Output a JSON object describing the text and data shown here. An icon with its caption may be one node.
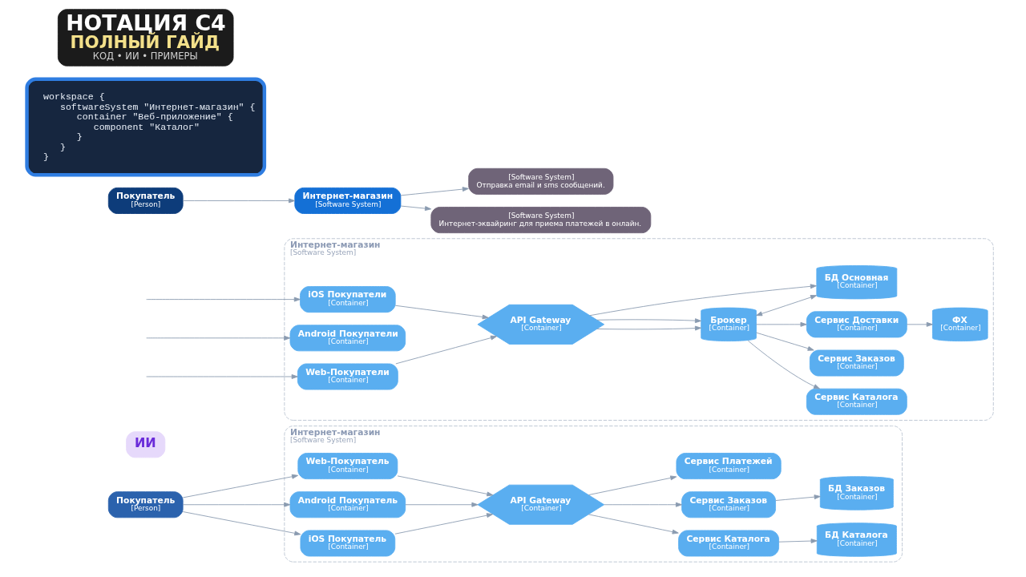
{
  "diagram": {
    "nodes": [
      {
        "text": [
          "Интернет-магазин",
          "[Software System]"
        ]
      },
      {
        "text": [
          "Покупатель",
          "[Person]"
        ]
      },
      {
        "text": [
          "Web-Покупатель",
          "[Container]"
        ],
        "in": 0
      },
      {
        "text": [
          "Android Покупатель",
          "[Container]"
        ],
        "in": 0
      },
      {
        "text": [
          "iOS Покупатель",
          "[Container]"
        ],
        "in": 0
      },
      {
        "text": [
          "API Gateway",
          "[Container]"
        ],
        "in": 0
      },
      {
        "text": [
          "Сервис Каталога",
          "[Container]"
        ],
        "in": 0
      },
      {
        "text": [
          "Сервис Заказов",
          "[Container]"
        ],
        "in": 0
      },
      {
        "text": [
          "Сервис Платежей",
          "[Container]"
        ],
        "in": 0
      },
      {
        "text": [
          "БД Каталога",
          "[Container]"
        ],
        "in": 0
      },
      {
        "text": [
          "БД Заказов",
          "[Container]"
        ],
        "in": 0
      },
      {
        "text": [
          "ИИ"
        ]
      },
      {
        "text": [
          "Интернет-магазин",
          "[Software System]"
        ]
      },
      {
        "text": [
          "iOS Покупатели",
          "[Container]"
        ],
        "in": 12
      },
      {
        "text": [
          "Android Покупатели",
          "[Container]"
        ],
        "in": 12
      },
      {
        "text": [
          "Web-Покупатели",
          "[Container]"
        ],
        "in": 12
      },
      {
        "text": [
          "API Gateway",
          "[Container]"
        ],
        "in": 12
      },
      {
        "text": [
          "Брокер",
          "[Container]"
        ],
        "in": 12
      },
      {
        "text": [
          "Сервис Каталога",
          "[Container]"
        ],
        "in": 12
      },
      {
        "text": [
          "Сервис Заказов",
          "[Container]"
        ],
        "in": 12
      },
      {
        "text": [
          "Сервис Доставки",
          "[Container]"
        ],
        "in": 12
      },
      {
        "text": [
          "БД Основная",
          "[Container]"
        ],
        "in": 12
      },
      {
        "text": [
          "ФХ",
          "[Container]"
        ],
        "in": 12
      },
      {
        "text": [
          "Покупатель",
          "[Person]"
        ]
      },
      {
        "text": [
          "Интернет-магазин",
          "[Software System]"
        ]
      },
      {
        "text": [
          "[Software System]",
          "Отправка email и sms сообщений."
        ]
      },
      {
        "text": [
          "[Software System]",
          "Интернет-эквайринг для приема платежей в онлайн."
        ]
      },
      {
        "text": [
          "workspace {",
          "softwareSystem \"Интернет-магазин\" {",
          "container \"Веб-приложение\" {",
          "component \"Каталог\"",
          "}",
          "}",
          "}"
        ]
      },
      {
        "text": [
          "НОТАЦИЯ C4",
          "ПОЛНЫЙ ГАЙД",
          "КОД • ИИ • ПРИМЕРЫ"
        ]
      }
    ],
    "edges": [
      {
        "from": 1,
        "to": 2,
        "arrow": "to"
      },
      {
        "from": 1,
        "to": 3,
        "arrow": "to"
      },
      {
        "from": 1,
        "to": 4,
        "arrow": "to"
      },
      {
        "from": 2,
        "to": 5,
        "arrow": "to"
      },
      {
        "from": 3,
        "to": 5,
        "arrow": "to"
      },
      {
        "from": 4,
        "to": 5,
        "arrow": "to"
      },
      {
        "from": 5,
        "to": 6,
        "arrow": "to"
      },
      {
        "from": 5,
        "to": 7,
        "arrow": "to"
      },
      {
        "from": 5,
        "to": 8,
        "arrow": "to"
      },
      {
        "from": 6,
        "to": 9,
        "arrow": "to"
      },
      {
        "from": 7,
        "to": 10,
        "arrow": "to"
      },
      {
        "from": null,
        "to": 13,
        "arrow": "to"
      },
      {
        "from": null,
        "to": 14,
        "arrow": "to"
      },
      {
        "from": null,
        "to": 15,
        "arrow": "to"
      },
      {
        "from": 13,
        "to": 16,
        "arrow": "to"
      },
      {
        "from": 15,
        "to": 16,
        "arrow": "to"
      },
      {
        "from": 16,
        "to": 17,
        "arrow": "to"
      },
      {
        "from": 16,
        "to": 17,
        "arrow": "to"
      },
      {
        "from": 16,
        "to": 21,
        "arrow": "to"
      },
      {
        "from": 17,
        "to": 18,
        "arrow": "to"
      },
      {
        "from": 17,
        "to": 19,
        "arrow": "to"
      },
      {
        "from": 17,
        "to": 20,
        "arrow": "to"
      },
      {
        "from": 17,
        "to": 21,
        "arrow": "both"
      },
      {
        "from": 20,
        "to": 22,
        "arrow": "to"
      },
      {
        "from": 23,
        "to": 24,
        "arrow": "to"
      },
      {
        "from": 24,
        "to": 25,
        "arrow": "to"
      },
      {
        "from": 24,
        "to": 26,
        "arrow": "to"
      }
    ]
  }
}
